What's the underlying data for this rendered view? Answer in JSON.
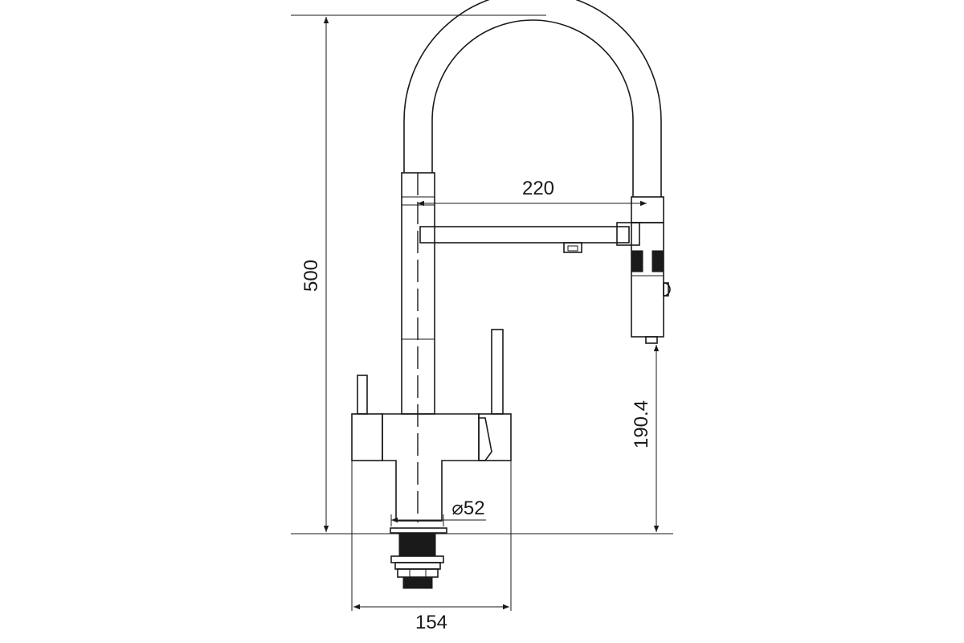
{
  "dimensions": {
    "total_height": "500",
    "spout_reach": "220",
    "outlet_height": "190.4",
    "base_diameter": "⌀52",
    "base_width": "154"
  }
}
